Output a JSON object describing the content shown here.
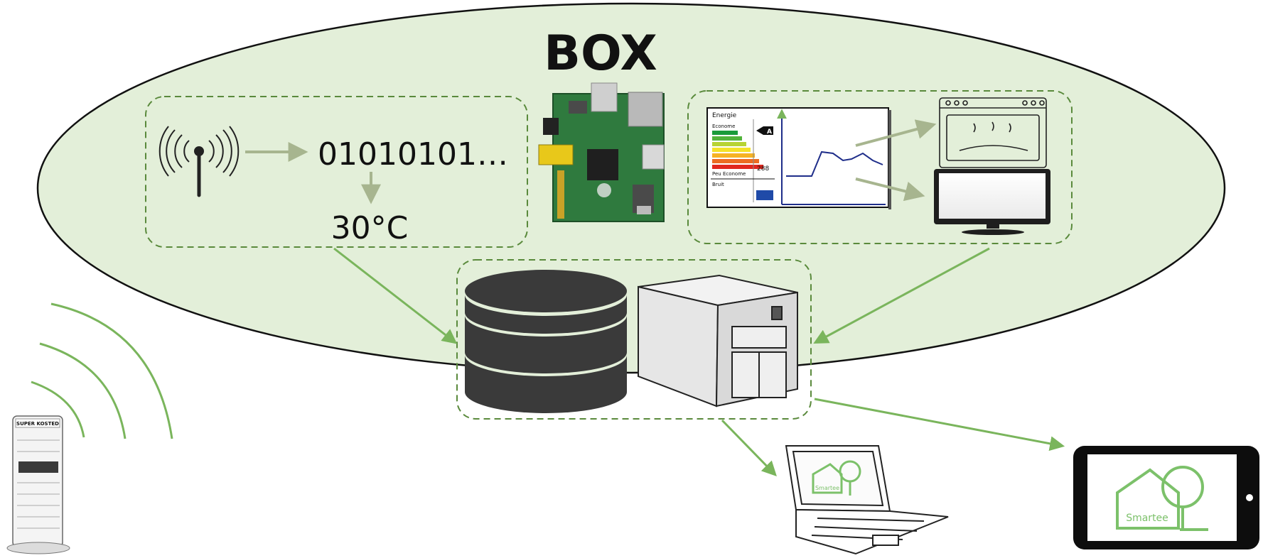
{
  "title": "BOX",
  "sensor_panel": {
    "binary_text": "01010101…",
    "temperature_text": "30°C"
  },
  "energy_label": {
    "energie_label": "Energie",
    "econome_label": "Econome",
    "peu_econome_label": "Peu Econome",
    "rating_letter": "A",
    "consumption_value": "288",
    "bruit_label": "Bruit"
  },
  "device_brand": {
    "laptop_logo_text": "Smartee",
    "tablet_logo_text": "Smartee",
    "weather_station_brand": "SUPER KOSTED"
  },
  "colors": {
    "ellipse_fill": "#e3efd9",
    "arrow_green": "#7ab55c",
    "muted_arrow": "#a7b58f",
    "dashed_border": "#5a8a3c",
    "db_dark": "#3a3a3a",
    "logo_green": "#7cc16a"
  }
}
